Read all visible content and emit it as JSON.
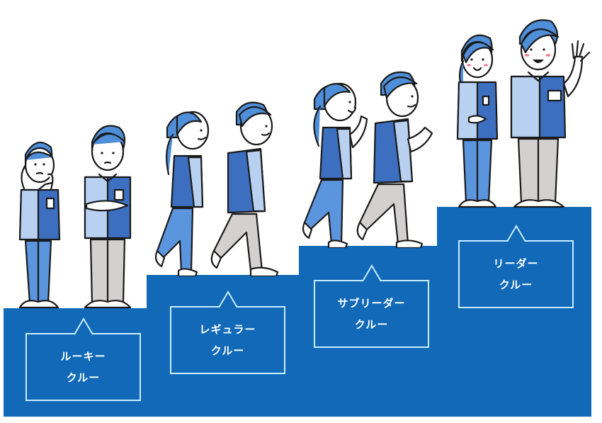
{
  "colors": {
    "step_blue": "#1169b7",
    "label_border": "#c9ecff",
    "label_text": "#ffffff",
    "hair_blue": "#4f8ed8",
    "shirt_dark": "#3d6fc0",
    "shirt_light": "#b9d1f1",
    "pants_blue": "#5b95dd",
    "pants_gray": "#d3d0cf",
    "cheek_pink": "#f07a92"
  },
  "steps": [
    {
      "id": "rookie",
      "line1": "ルーキー",
      "line2": "クルー"
    },
    {
      "id": "regular",
      "line1": "レギュラー",
      "line2": "クルー"
    },
    {
      "id": "subleader",
      "line1": "サブリーダー",
      "line2": "クルー"
    },
    {
      "id": "leader",
      "line1": "リーダー",
      "line2": "クルー"
    }
  ],
  "figures": [
    {
      "step": "rookie",
      "pose": "thinking",
      "gender": "female"
    },
    {
      "step": "rookie",
      "pose": "arms-crossed",
      "gender": "male"
    },
    {
      "step": "regular",
      "pose": "walking",
      "gender": "female"
    },
    {
      "step": "regular",
      "pose": "walking",
      "gender": "male"
    },
    {
      "step": "subleader",
      "pose": "walking-eager",
      "gender": "female"
    },
    {
      "step": "subleader",
      "pose": "walking-fist",
      "gender": "male"
    },
    {
      "step": "leader",
      "pose": "standing-smile",
      "gender": "female"
    },
    {
      "step": "leader",
      "pose": "waving",
      "gender": "male"
    }
  ]
}
